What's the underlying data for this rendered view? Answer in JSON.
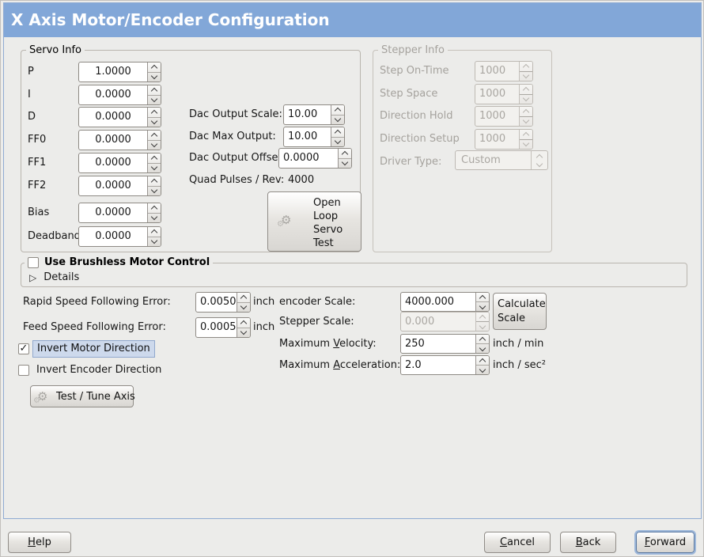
{
  "window": {
    "title": "X Axis Motor/Encoder Configuration"
  },
  "colors": {
    "header_bg": "#82a7d8",
    "page_border": "#8fabd3",
    "selection_bg": "#cdd9ec"
  },
  "icons": {
    "gear": "⚙",
    "checkmark": "✓",
    "expander_collapsed": "▷"
  },
  "servo_info": {
    "legend": "Servo Info",
    "params": [
      {
        "label": "P",
        "value": "1.0000"
      },
      {
        "label": "I",
        "value": "0.0000"
      },
      {
        "label": "D",
        "value": "0.0000"
      },
      {
        "label": "FF0",
        "value": "0.0000"
      },
      {
        "label": "FF1",
        "value": "0.0000"
      },
      {
        "label": "FF2",
        "value": "0.0000"
      },
      {
        "label": "Bias",
        "value": "0.0000"
      },
      {
        "label": "Deadband",
        "value": "0.0000"
      }
    ],
    "dac": [
      {
        "label": "Dac Output Scale:",
        "value": "10.00"
      },
      {
        "label": "Dac Max Output:",
        "value": "10.00"
      },
      {
        "label": "Dac Output Offset:",
        "value": "0.0000"
      }
    ],
    "quad_pulses_label": "Quad Pulses / Rev:",
    "quad_pulses_value": "4000",
    "open_loop_lines": [
      "Open",
      "Loop",
      "Servo",
      "Test"
    ]
  },
  "stepper_info": {
    "legend": "Stepper Info",
    "params": [
      {
        "label": "Step On-Time",
        "value": "1000"
      },
      {
        "label": "Step Space",
        "value": "1000"
      },
      {
        "label": "Direction Hold",
        "value": "1000"
      },
      {
        "label": "Direction Setup",
        "value": "1000"
      }
    ],
    "driver_type_label": "Driver Type:",
    "driver_type_value": "Custom"
  },
  "brushless": {
    "label": "Use Brushless Motor Control",
    "details": "Details"
  },
  "following_error": {
    "rapid_label": "Rapid Speed Following Error:",
    "rapid_value": "0.0050",
    "rapid_unit": "inch",
    "feed_label": "Feed Speed Following Error:",
    "feed_value": "0.0005",
    "feed_unit": "inch"
  },
  "toggles": {
    "invert_motor": "Invert Motor Direction",
    "invert_encoder": "Invert Encoder Direction"
  },
  "test_tune_label": "Test / Tune Axis",
  "scale": {
    "encoder_label": "encoder Scale:",
    "encoder_value": "4000.000",
    "calculate_line1": "Calculate",
    "calculate_line2": "Scale",
    "stepper_label": "Stepper Scale:",
    "stepper_value": "0.000",
    "velocity_pre": "Maximum ",
    "velocity_u": "V",
    "velocity_post": "elocity:",
    "velocity_value": "250",
    "velocity_unit": "inch / min",
    "accel_pre": "Maximum ",
    "accel_u": "A",
    "accel_post": "cceleration:",
    "accel_value": "2.0",
    "accel_unit": "inch / sec²"
  },
  "actions": {
    "help": {
      "u": "H",
      "post": "elp"
    },
    "cancel": {
      "u": "C",
      "post": "ancel"
    },
    "back": {
      "u": "B",
      "post": "ack"
    },
    "forward": {
      "u": "F",
      "post": "orward"
    }
  }
}
